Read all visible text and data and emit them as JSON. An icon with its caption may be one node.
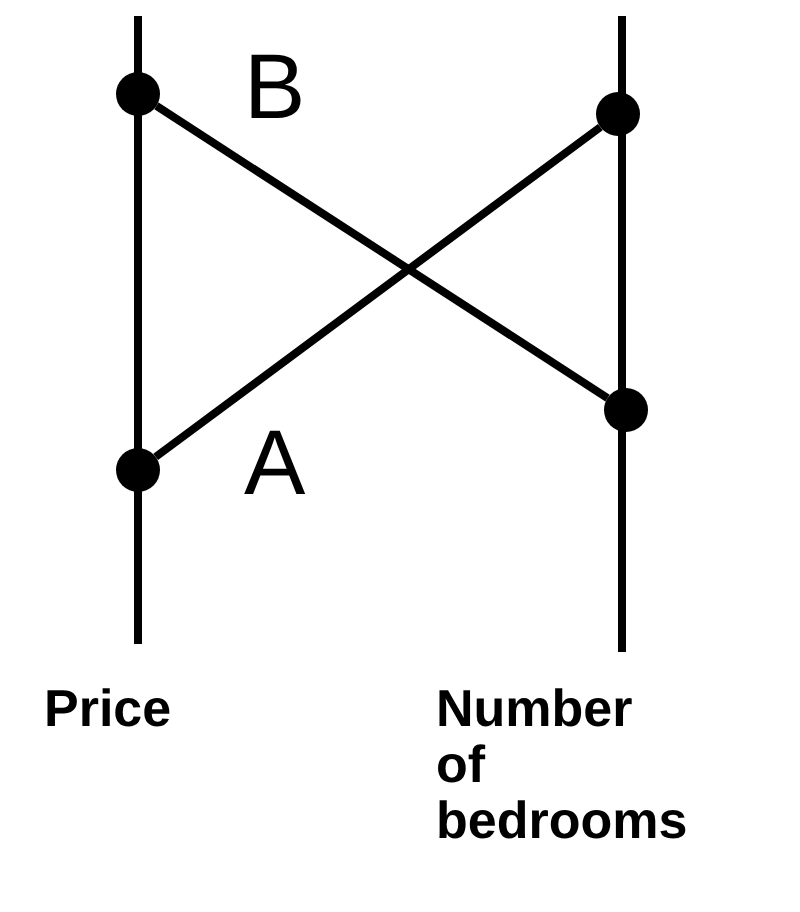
{
  "diagram": {
    "nodes": [
      {
        "text": [],
        "shape": "circle"
      },
      {
        "text": [],
        "shape": "circle"
      },
      {
        "text": [],
        "shape": "circle"
      },
      {
        "text": [],
        "shape": "circle"
      }
    ],
    "edges": [
      {
        "from": 0,
        "to": 2,
        "arrow": "none",
        "label": "B"
      },
      {
        "from": 3,
        "to": 1,
        "arrow": "none",
        "label": "A"
      }
    ],
    "labels": [
      "Price",
      "Number of bedrooms"
    ]
  }
}
